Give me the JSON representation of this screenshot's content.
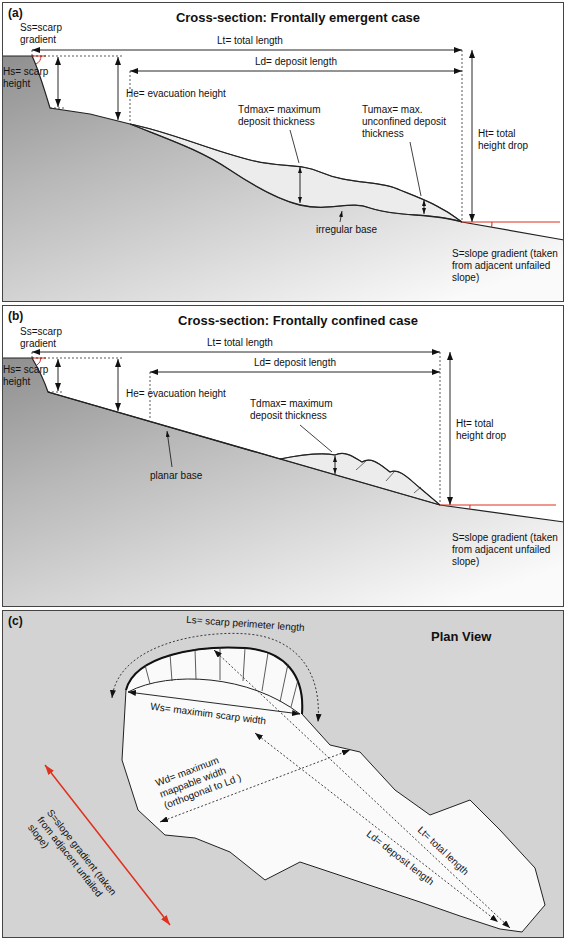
{
  "diagram": {
    "nodes": [
      {
        "text": [
          "(a)",
          "Cross-section: Frontally emergent case"
        ]
      },
      {
        "text": [
          "(b)",
          "Cross-section: Frontally confined case"
        ]
      },
      {
        "text": [
          "(c)",
          "Plan View"
        ]
      }
    ],
    "labels": [
      "Ss=scarp gradient",
      "Lt= total length",
      "Ld= deposit length",
      "Hs= scarp height",
      "He= evacuation height",
      "Tdmax= maximum deposit thickness",
      "Tumax= max. unconfined deposit thickness",
      "Ht= total height drop",
      "irregular base",
      "S=slope gradient (taken from adjacent unfailed slope)",
      "Ss=scarp gradient",
      "Lt= total length",
      "Ld= deposit length",
      "Hs= scarp height",
      "He= evacuation height",
      "Tdmax= maximum deposit thickness",
      "Ht= total height drop",
      "planar base",
      "S=slope gradient (taken from adjacent unfailed slope)",
      "Ls= scarp perimeter length",
      "Ws= maximim scarp width",
      "Wd= maximum mappable width (orthogonal to Ld )",
      "Lt= total length",
      "Ld= deposit length",
      "S=slope gradient (taken from adjacent unfailed slope)"
    ]
  }
}
